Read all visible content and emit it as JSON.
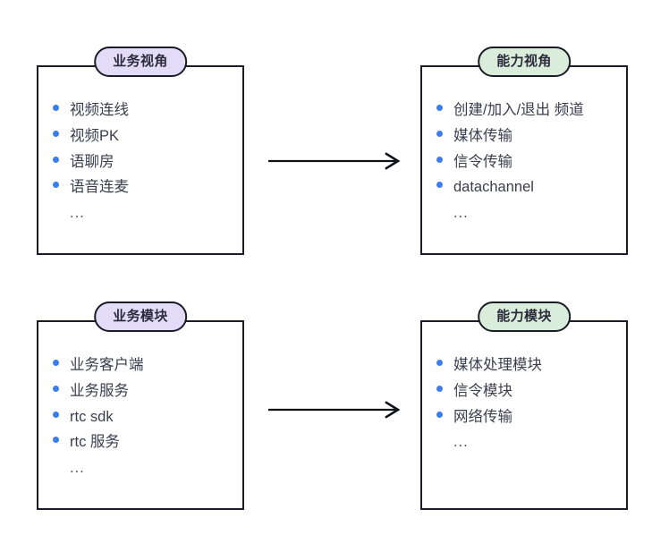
{
  "diagram": {
    "background": "#ffffff",
    "bullet_color": "#3b7dee",
    "border_color": "#1c1c28",
    "text_color": "#3d3d4e",
    "ellipsis": "...",
    "panels": [
      {
        "id": "business-perspective",
        "title": "业务视角",
        "pill_color": "#e3dcf8",
        "items": [
          "视频连线",
          "视频PK",
          "语聊房",
          "语音连麦"
        ],
        "has_ellipsis": true
      },
      {
        "id": "capability-perspective",
        "title": "能力视角",
        "pill_color": "#d9edda",
        "items": [
          "创建/加入/退出 频道",
          "媒体传输",
          "信令传输",
          "datachannel"
        ],
        "has_ellipsis": true
      },
      {
        "id": "business-module",
        "title": "业务模块",
        "pill_color": "#e3dcf8",
        "items": [
          "业务客户端",
          "业务服务",
          "rtc sdk",
          "rtc 服务"
        ],
        "has_ellipsis": true
      },
      {
        "id": "capability-module",
        "title": "能力模块",
        "pill_color": "#d9edda",
        "items": [
          "媒体处理模块",
          "信令模块",
          "网络传输"
        ],
        "has_ellipsis": true
      }
    ],
    "arrows": [
      {
        "id": "arrow-perspective",
        "from": "business-perspective",
        "to": "capability-perspective",
        "direction": "right"
      },
      {
        "id": "arrow-module",
        "from": "business-module",
        "to": "capability-module",
        "direction": "right"
      }
    ]
  }
}
